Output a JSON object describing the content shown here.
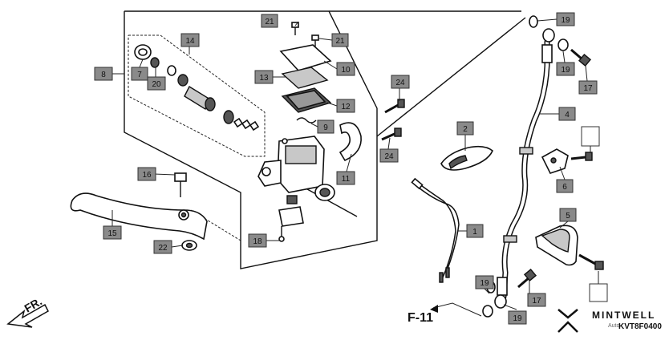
{
  "callouts": [
    "21",
    "21",
    "10",
    "13",
    "12",
    "9",
    "11",
    "14",
    "8",
    "7",
    "20",
    "24",
    "24",
    "16",
    "15",
    "22",
    "18",
    "2",
    "1",
    "19",
    "19",
    "17",
    "4",
    "6",
    "5",
    "19",
    "17",
    "19"
  ],
  "figure_ref": "F-11",
  "direction_label": "FR.",
  "diagram_code": "KVT8F0400",
  "watermark": {
    "brand": "MINTWELL",
    "sub": "Auto"
  },
  "colors": {
    "tag_fill": "#8a8a8a",
    "line": "#111111",
    "background": "#ffffff"
  }
}
